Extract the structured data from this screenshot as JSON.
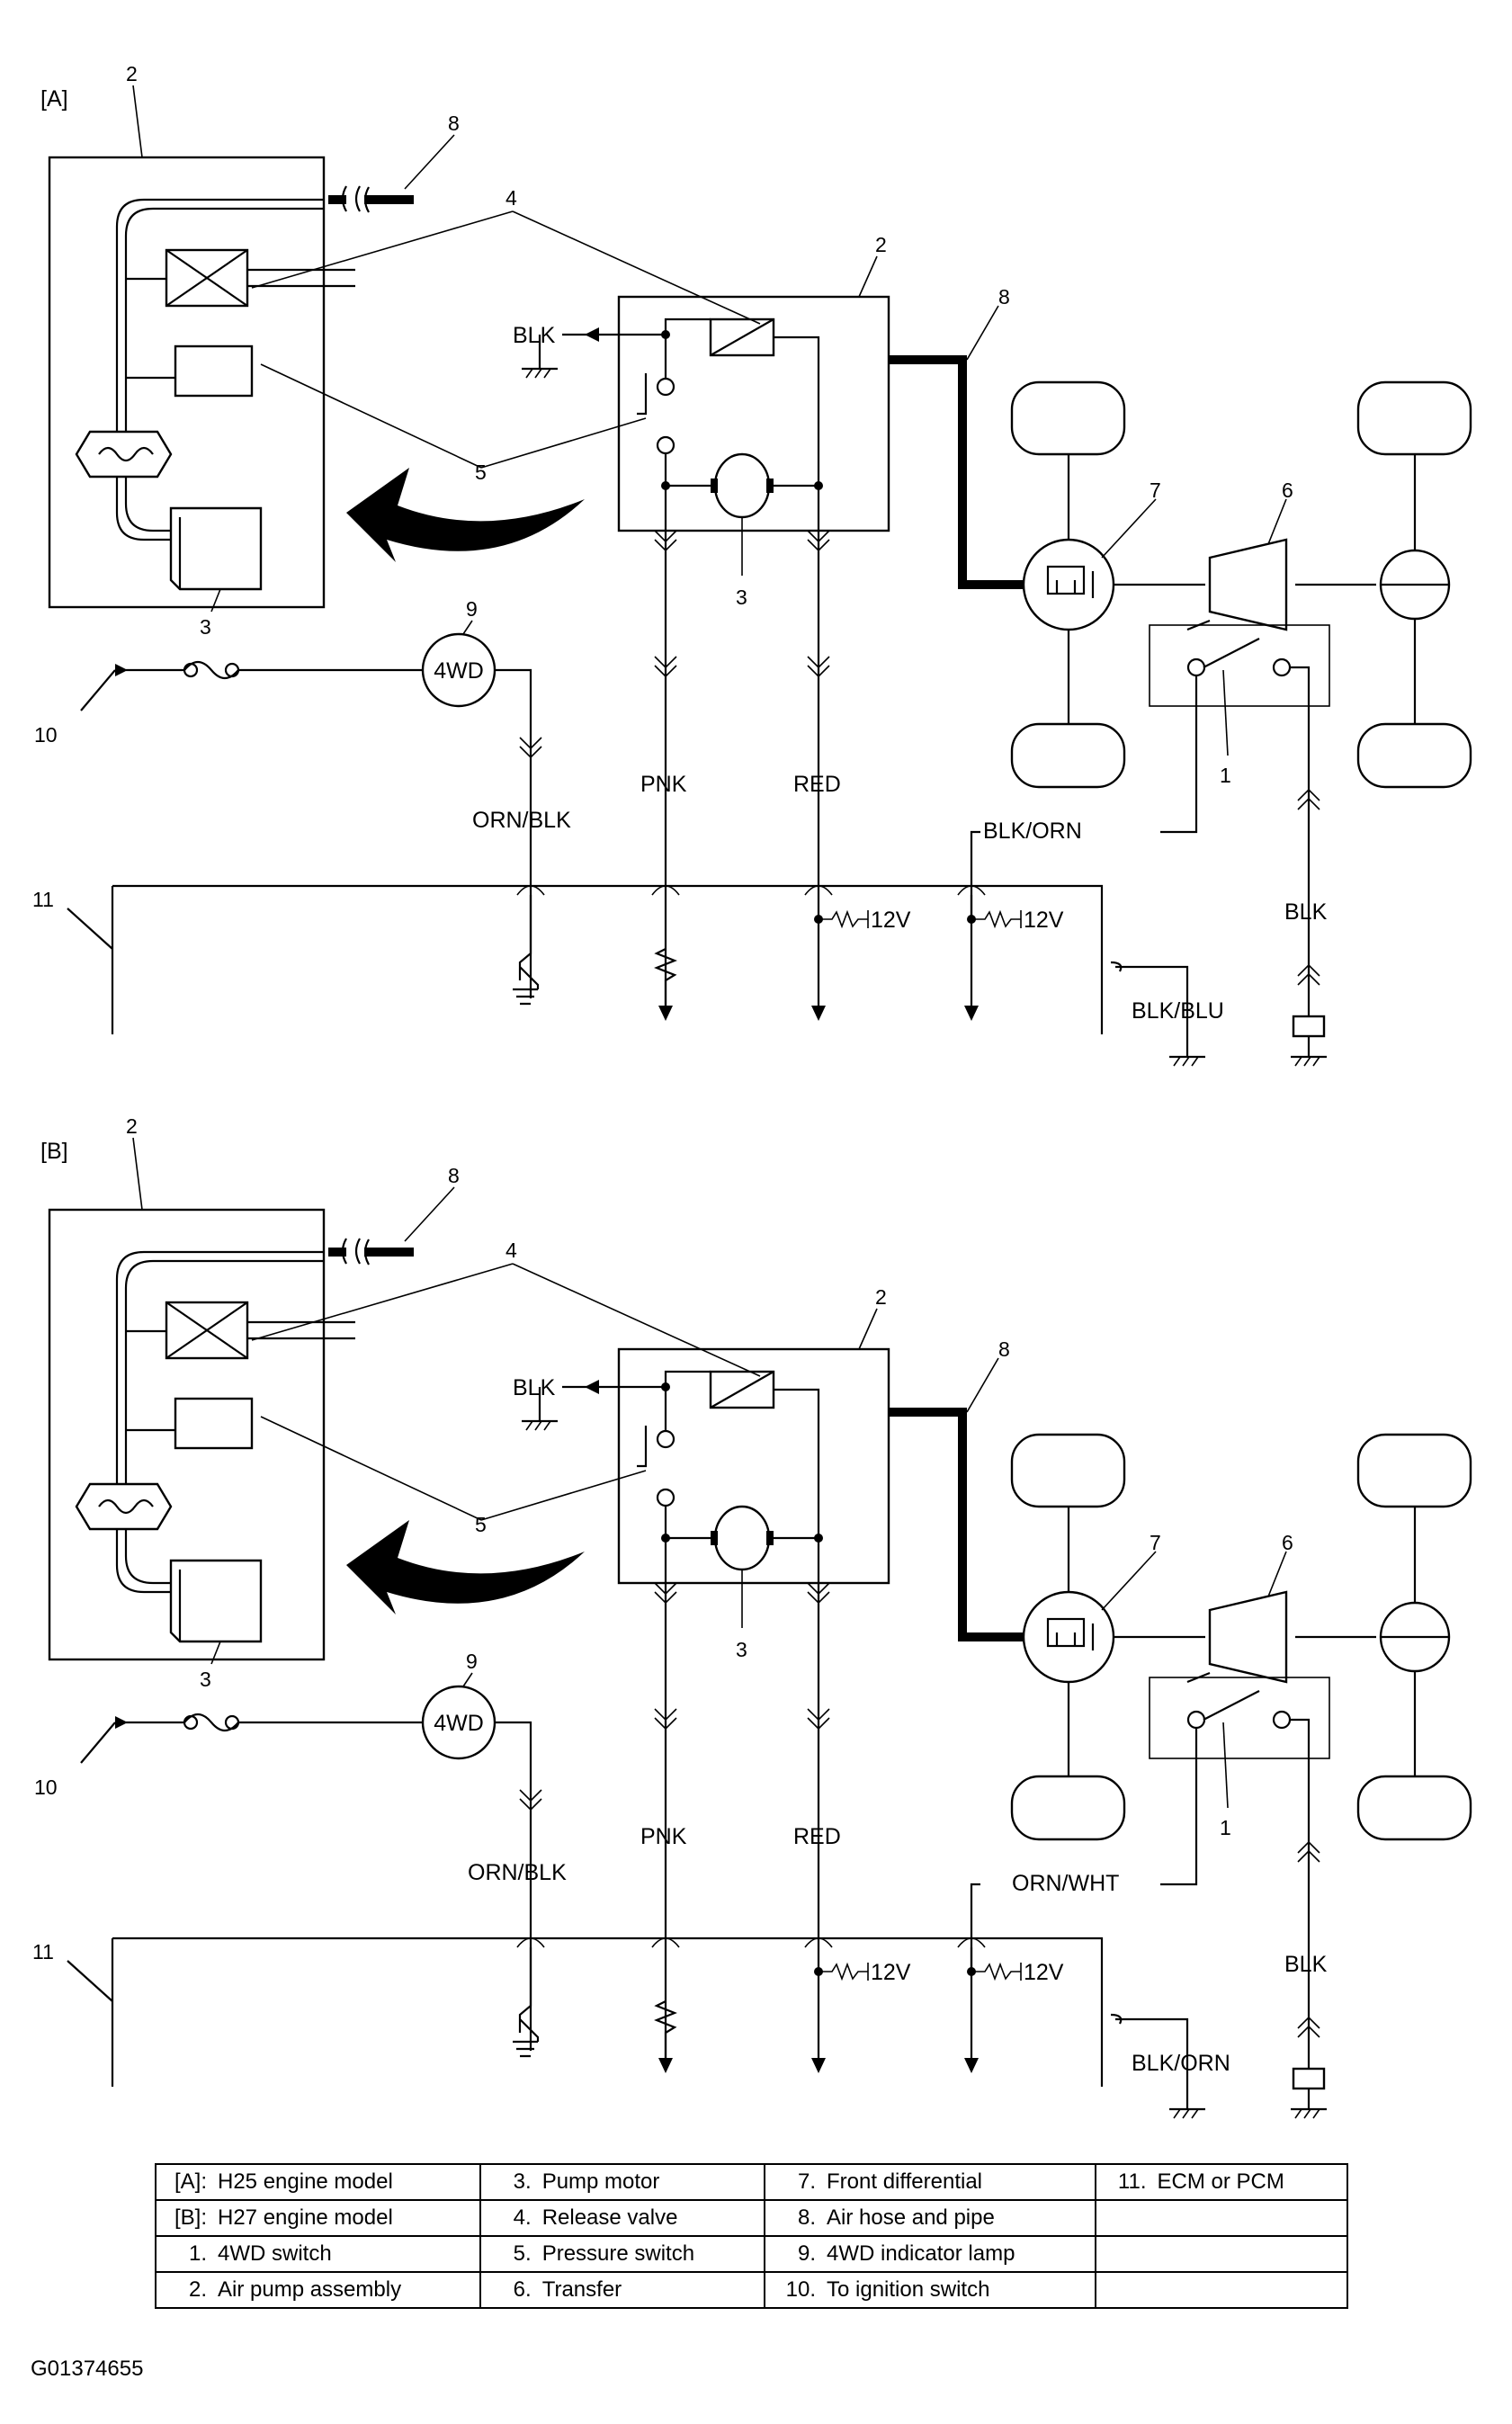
{
  "panels": [
    {
      "tag": "[A]",
      "wires": {
        "ground_left": "BLK",
        "pnk": "PNK",
        "red": "RED",
        "lamp": "ORN/BLK",
        "switch_top": "BLK/ORN",
        "ecm_ground": "BLK/BLU",
        "switch_ground": "BLK",
        "red_voltage": "12V",
        "switch_voltage": "12V"
      },
      "lamp_label": "4WD",
      "callouts": {
        "n1": "1",
        "n2": "2",
        "n2b": "2",
        "n3": "3",
        "n3b": "3",
        "n4": "4",
        "n5": "5",
        "n6": "6",
        "n7": "7",
        "n8": "8",
        "n8b": "8",
        "n9": "9",
        "n10": "10",
        "n11": "11"
      }
    },
    {
      "tag": "[B]",
      "wires": {
        "ground_left": "BLK",
        "pnk": "PNK",
        "red": "RED",
        "lamp": "ORN/BLK",
        "switch_top": "ORN/WHT",
        "ecm_ground": "BLK/ORN",
        "switch_ground": "BLK",
        "red_voltage": "12V",
        "switch_voltage": "12V"
      },
      "lamp_label": "4WD",
      "callouts": {
        "n1": "1",
        "n2": "2",
        "n2b": "2",
        "n3": "3",
        "n3b": "3",
        "n4": "4",
        "n5": "5",
        "n6": "6",
        "n7": "7",
        "n8": "8",
        "n8b": "8",
        "n9": "9",
        "n10": "10",
        "n11": "11"
      }
    }
  ],
  "legend": {
    "rows": [
      [
        {
          "k": "[A]:",
          "v": "H25 engine model"
        },
        {
          "k": "3.",
          "v": "Pump motor"
        },
        {
          "k": "7.",
          "v": "Front differential"
        },
        {
          "k": "11.",
          "v": "ECM or PCM"
        }
      ],
      [
        {
          "k": "[B]:",
          "v": "H27 engine model"
        },
        {
          "k": "4.",
          "v": "Release valve"
        },
        {
          "k": "8.",
          "v": "Air hose and pipe"
        },
        {
          "k": "",
          "v": ""
        }
      ],
      [
        {
          "k": "1.",
          "v": "4WD switch"
        },
        {
          "k": "5.",
          "v": "Pressure switch"
        },
        {
          "k": "9.",
          "v": "4WD indicator lamp"
        },
        {
          "k": "",
          "v": ""
        }
      ],
      [
        {
          "k": "2.",
          "v": "Air pump assembly"
        },
        {
          "k": "6.",
          "v": "Transfer"
        },
        {
          "k": "10.",
          "v": "To ignition switch"
        },
        {
          "k": "",
          "v": ""
        }
      ]
    ]
  },
  "figure_id": "G01374655"
}
